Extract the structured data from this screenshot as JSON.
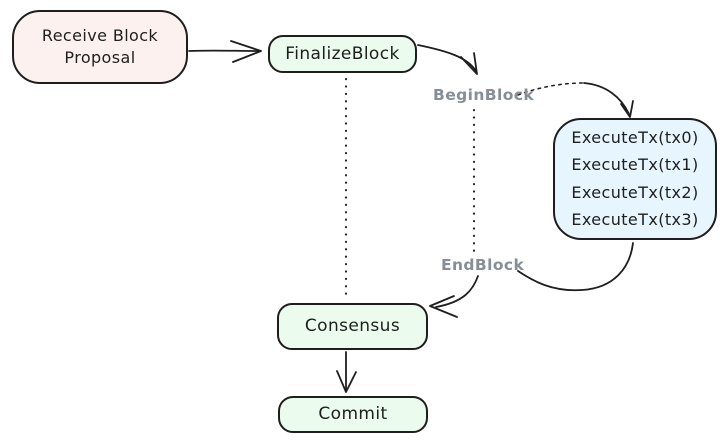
{
  "diagram": {
    "type": "flowchart",
    "nodes": {
      "receive": {
        "label": "Receive Block\nProposal",
        "fill": "#fdf1f0"
      },
      "finalize": {
        "label": "FinalizeBlock",
        "fill": "#ebfbee"
      },
      "execute": {
        "lines": [
          "ExecuteTx(tx0)",
          "ExecuteTx(tx1)",
          "ExecuteTx(tx2)",
          "ExecuteTx(tx3)"
        ],
        "fill": "#e7f5ff"
      },
      "consensus": {
        "label": "Consensus",
        "fill": "#ebfbee"
      },
      "commit": {
        "label": "Commit",
        "fill": "#ebfbee"
      }
    },
    "edge_labels": {
      "begin_block": "BeginBlock",
      "end_block": "EndBlock"
    },
    "edges": [
      "receive -> finalize",
      "finalize -> begin_block",
      "begin_block -> execute (dashed)",
      "finalize -> consensus (dotted)",
      "begin_block -> end_block (dotted)",
      "execute -> end_block",
      "end_block -> consensus",
      "consensus -> commit"
    ],
    "colors": {
      "background": "#ffffff",
      "stroke": "#1e1e1e",
      "label_gray": "#868e96",
      "fill_pink": "#fdf1f0",
      "fill_green": "#ebfbee",
      "fill_blue": "#e7f5ff"
    }
  }
}
